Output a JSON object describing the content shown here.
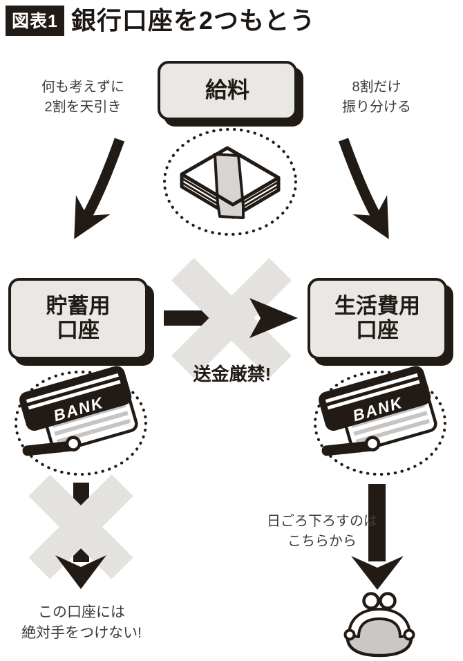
{
  "title": {
    "badge": "図表1",
    "text": "銀行口座を2つもとう"
  },
  "nodes": {
    "salary": {
      "label": "給料"
    },
    "savings": {
      "line1": "貯蓄用",
      "line2": "口座"
    },
    "living": {
      "line1": "生活費用",
      "line2": "口座"
    }
  },
  "annotations": {
    "deduct": {
      "line1": "何も考えずに",
      "line2": "2割を天引き"
    },
    "allocate": {
      "line1": "8割だけ",
      "line2": "振り分ける"
    },
    "no_transfer": "送金厳禁!",
    "no_touch": {
      "line1": "この口座には",
      "line2": "絶対手をつけない!"
    },
    "withdraw": {
      "line1": "日ごろ下ろすのは",
      "line2": "こちらから"
    }
  },
  "icons": {
    "bank_label": "BANK",
    "money_stack": "money-stack-icon",
    "bank_passbook": "bank-passbook-icon",
    "coin_purse": "coin-purse-icon"
  },
  "colors": {
    "ink": "#221b15",
    "box_fill": "#e9e8e5",
    "cross_gray": "#e4e2df",
    "band_gray": "#d6d5d3",
    "purse_gray": "#c9c8c6"
  }
}
